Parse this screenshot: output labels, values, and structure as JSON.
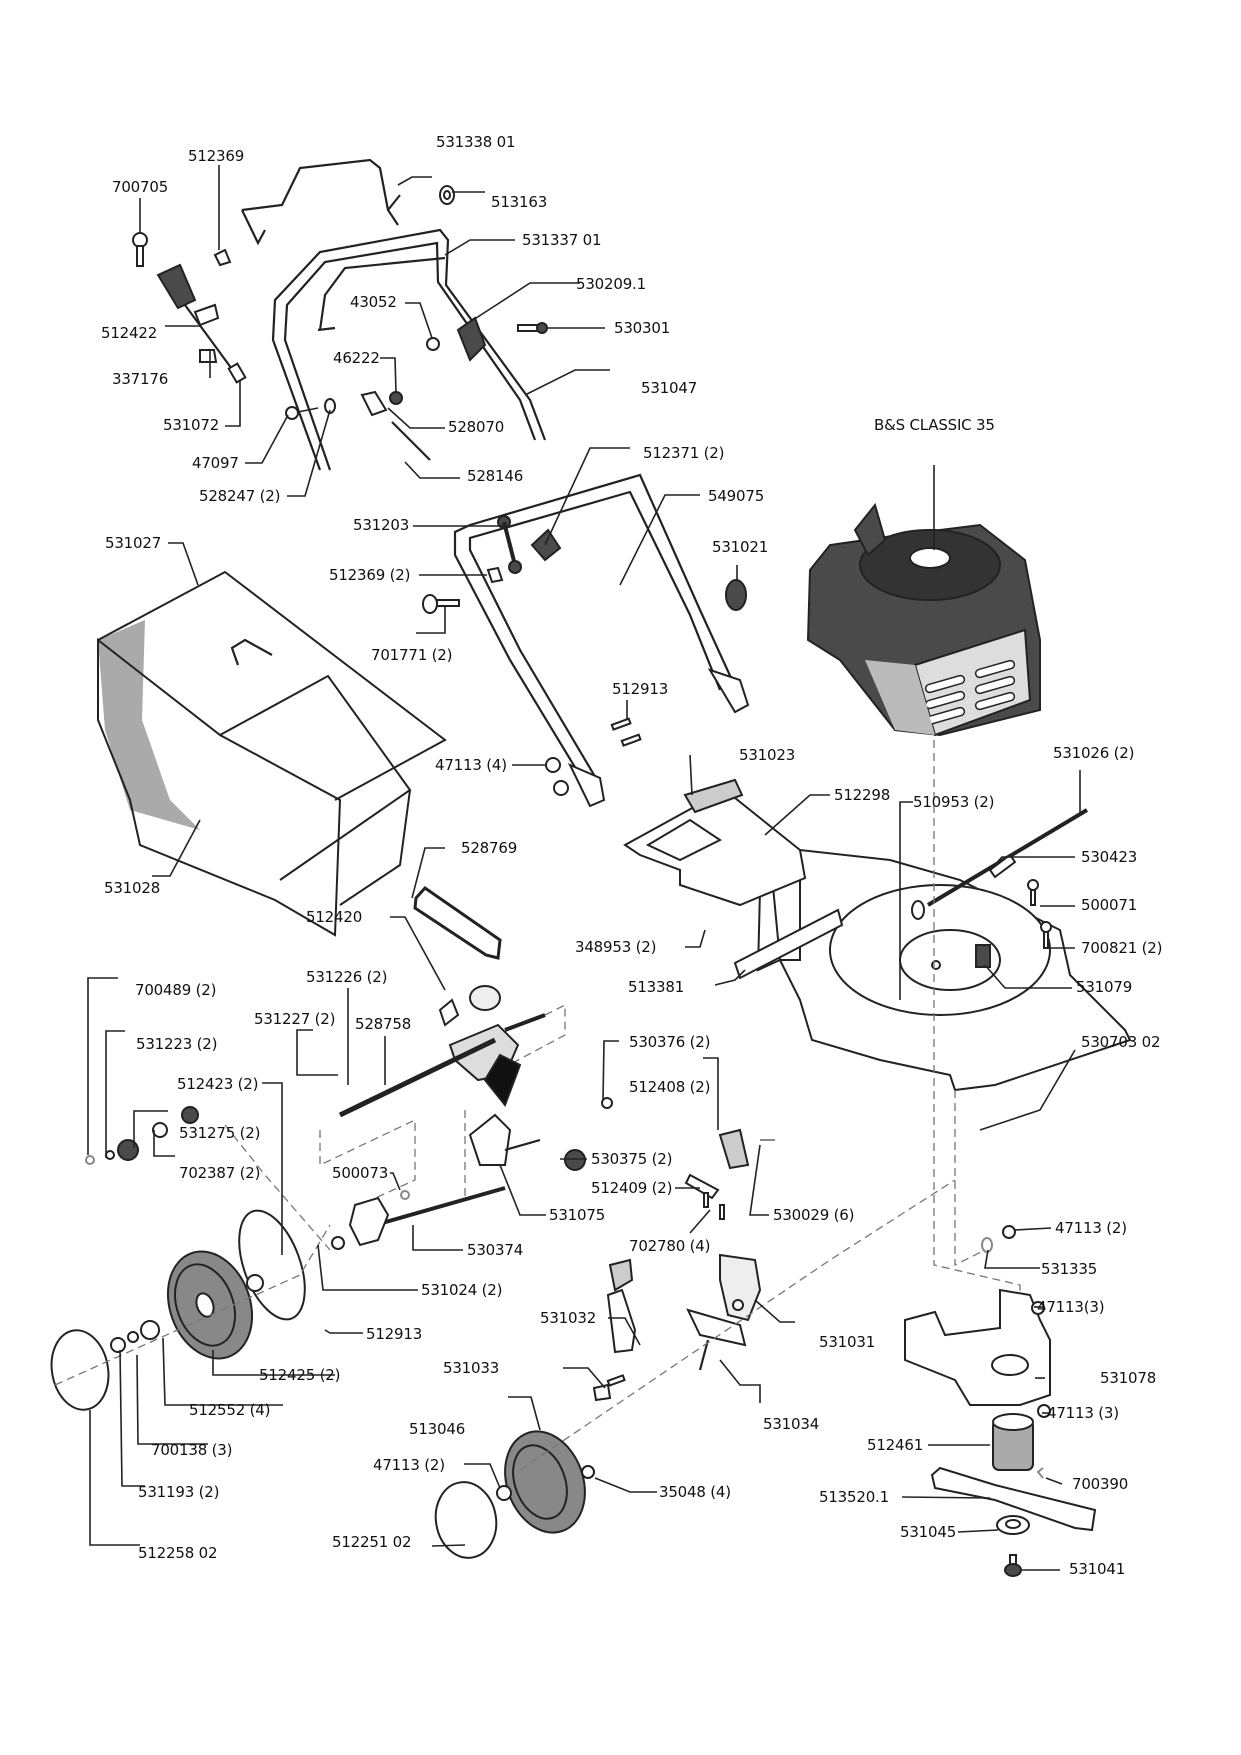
{
  "title": "B&S CLASSIC 35",
  "parts": [
    {
      "id": "p01",
      "label": "531338 01"
    },
    {
      "id": "p02",
      "label": "512369"
    },
    {
      "id": "p03",
      "label": "700705"
    },
    {
      "id": "p04",
      "label": "513163"
    },
    {
      "id": "p05",
      "label": "531337 01"
    },
    {
      "id": "p06",
      "label": "530209.1"
    },
    {
      "id": "p07",
      "label": "43052"
    },
    {
      "id": "p08",
      "label": "530301"
    },
    {
      "id": "p09",
      "label": "512422"
    },
    {
      "id": "p10",
      "label": "46222"
    },
    {
      "id": "p11",
      "label": "531047"
    },
    {
      "id": "p12",
      "label": "337176"
    },
    {
      "id": "p13",
      "label": "531072"
    },
    {
      "id": "p14",
      "label": "528070"
    },
    {
      "id": "p15",
      "label": "47097"
    },
    {
      "id": "p16",
      "label": "528146"
    },
    {
      "id": "p17",
      "label": "528247 (2)"
    },
    {
      "id": "p18",
      "label": "512371 (2)"
    },
    {
      "id": "p19",
      "label": "549075"
    },
    {
      "id": "p20",
      "label": "531203"
    },
    {
      "id": "p21",
      "label": "531021"
    },
    {
      "id": "p22",
      "label": "531027"
    },
    {
      "id": "p23",
      "label": "512369 (2)"
    },
    {
      "id": "p24",
      "label": "701771 (2)"
    },
    {
      "id": "p25",
      "label": "512913"
    },
    {
      "id": "p26",
      "label": "531023"
    },
    {
      "id": "p27",
      "label": "531026 (2)"
    },
    {
      "id": "p28",
      "label": "47113 (4)"
    },
    {
      "id": "p29",
      "label": "512298"
    },
    {
      "id": "p30",
      "label": "510953 (2)"
    },
    {
      "id": "p31",
      "label": "528769"
    },
    {
      "id": "p32",
      "label": "530423"
    },
    {
      "id": "p33",
      "label": "531028"
    },
    {
      "id": "p34",
      "label": "500071"
    },
    {
      "id": "p35",
      "label": "512420"
    },
    {
      "id": "p36",
      "label": "348953 (2)"
    },
    {
      "id": "p37",
      "label": "700821 (2)"
    },
    {
      "id": "p38",
      "label": "700489 (2)"
    },
    {
      "id": "p39",
      "label": "531226 (2)"
    },
    {
      "id": "p40",
      "label": "513381"
    },
    {
      "id": "p41",
      "label": "531079"
    },
    {
      "id": "p42",
      "label": "531227 (2)"
    },
    {
      "id": "p43",
      "label": "528758"
    },
    {
      "id": "p44",
      "label": "531223 (2)"
    },
    {
      "id": "p45",
      "label": "530376 (2)"
    },
    {
      "id": "p46",
      "label": "530703 02"
    },
    {
      "id": "p47",
      "label": "512423 (2)"
    },
    {
      "id": "p48",
      "label": "512408 (2)"
    },
    {
      "id": "p49",
      "label": "531275 (2)"
    },
    {
      "id": "p50",
      "label": "530375 (2)"
    },
    {
      "id": "p51",
      "label": "702387 (2)"
    },
    {
      "id": "p52",
      "label": "500073"
    },
    {
      "id": "p53",
      "label": "512409 (2)"
    },
    {
      "id": "p54",
      "label": "530029 (6)"
    },
    {
      "id": "p55",
      "label": "531075"
    },
    {
      "id": "p56",
      "label": "47113 (2)"
    },
    {
      "id": "p57",
      "label": "702780 (4)"
    },
    {
      "id": "p58",
      "label": "530374"
    },
    {
      "id": "p59",
      "label": "531335"
    },
    {
      "id": "p60",
      "label": "531024 (2)"
    },
    {
      "id": "p61",
      "label": "47113(3)"
    },
    {
      "id": "p62",
      "label": "531032"
    },
    {
      "id": "p63",
      "label": "531031"
    },
    {
      "id": "p64",
      "label": "512913"
    },
    {
      "id": "p65",
      "label": "531078"
    },
    {
      "id": "p66",
      "label": "531033"
    },
    {
      "id": "p67",
      "label": "512425 (2)"
    },
    {
      "id": "p68",
      "label": "47113 (3)"
    },
    {
      "id": "p69",
      "label": "512552 (4)"
    },
    {
      "id": "p70",
      "label": "531034"
    },
    {
      "id": "p71",
      "label": "513046"
    },
    {
      "id": "p72",
      "label": "512461"
    },
    {
      "id": "p73",
      "label": "700138 (3)"
    },
    {
      "id": "p74",
      "label": "47113 (2)"
    },
    {
      "id": "p75",
      "label": "35048 (4)"
    },
    {
      "id": "p76",
      "label": "700390"
    },
    {
      "id": "p77",
      "label": "513520.1"
    },
    {
      "id": "p78",
      "label": "531193 (2)"
    },
    {
      "id": "p79",
      "label": "531045"
    },
    {
      "id": "p80",
      "label": "512258 02"
    },
    {
      "id": "p81",
      "label": "512251 02"
    },
    {
      "id": "p82",
      "label": "531041"
    }
  ]
}
